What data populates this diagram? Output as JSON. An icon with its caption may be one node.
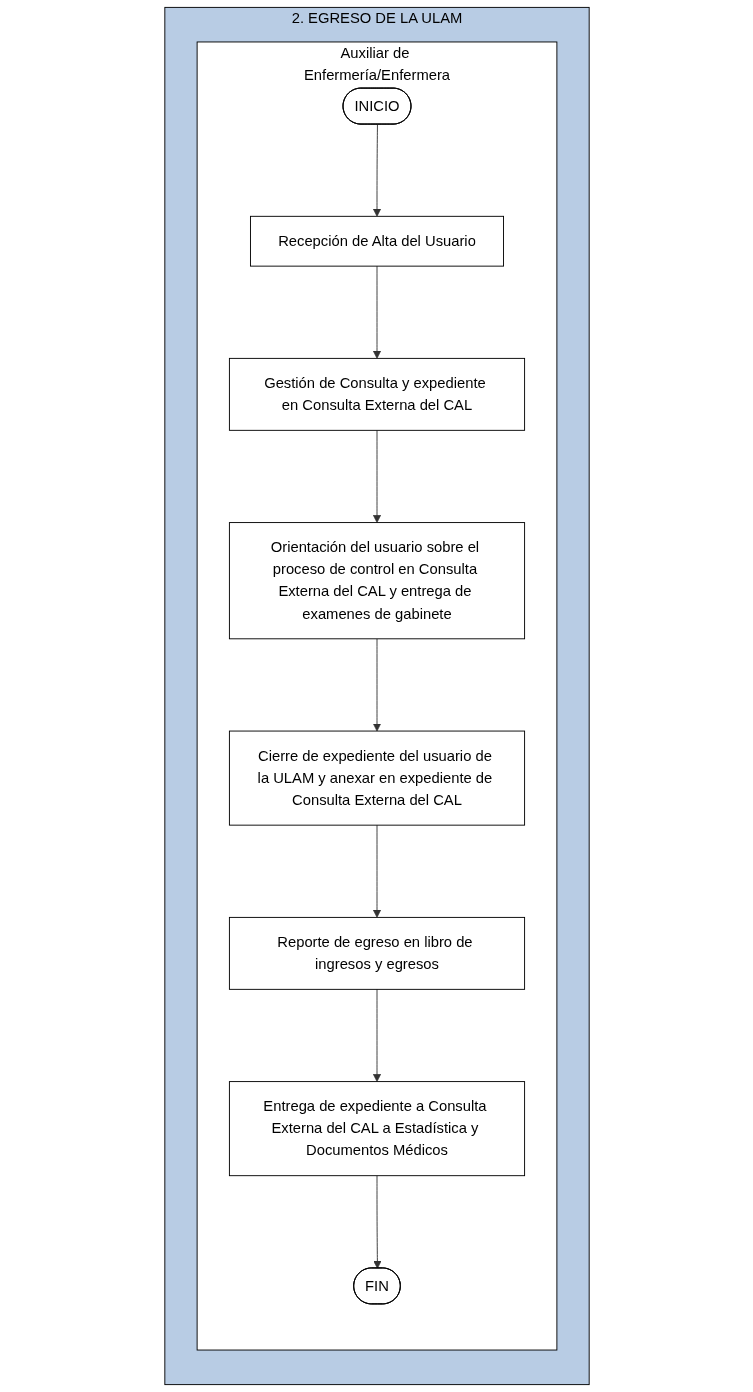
{
  "diagram": {
    "nodes": [
      {
        "text": [
          "2. EGRESO DE LA ULAM"
        ]
      },
      {
        "text": [
          "Auxiliar de Enfermería/Enfermera"
        ],
        "in": 0
      },
      {
        "text": [
          "INICIO"
        ],
        "in": 1
      },
      {
        "text": [
          "Recepción de Alta del Usuario"
        ],
        "in": 1
      },
      {
        "text": [
          "Gestión de Consulta y expediente en Consulta Externa del CAL"
        ],
        "in": 1
      },
      {
        "text": [
          "Orientación del usuario sobre el proceso de control en Consulta Externa del CAL y entrega de examenes de gabinete"
        ],
        "in": 1
      },
      {
        "text": [
          "Cierre de expediente del usuario de la ULAM y anexar en expediente de Consulta Externa del CAL"
        ],
        "in": 1
      },
      {
        "text": [
          "Reporte de egreso en libro de ingresos y egresos"
        ],
        "in": 1
      },
      {
        "text": [
          "Entrega de expediente a Consulta Externa del CAL a Estadística y Documentos Médicos"
        ],
        "in": 1
      },
      {
        "text": [
          "FIN"
        ],
        "in": 1
      }
    ],
    "edges": [
      {
        "from": 2,
        "to": 3,
        "arrow": "to"
      },
      {
        "from": 3,
        "to": 4,
        "arrow": "to"
      },
      {
        "from": 4,
        "to": 5,
        "arrow": "to"
      },
      {
        "from": 5,
        "to": 6,
        "arrow": "to"
      },
      {
        "from": 6,
        "to": 7,
        "arrow": "to"
      },
      {
        "from": 7,
        "to": 8,
        "arrow": "to"
      },
      {
        "from": 8,
        "to": 9,
        "arrow": "to"
      }
    ]
  }
}
